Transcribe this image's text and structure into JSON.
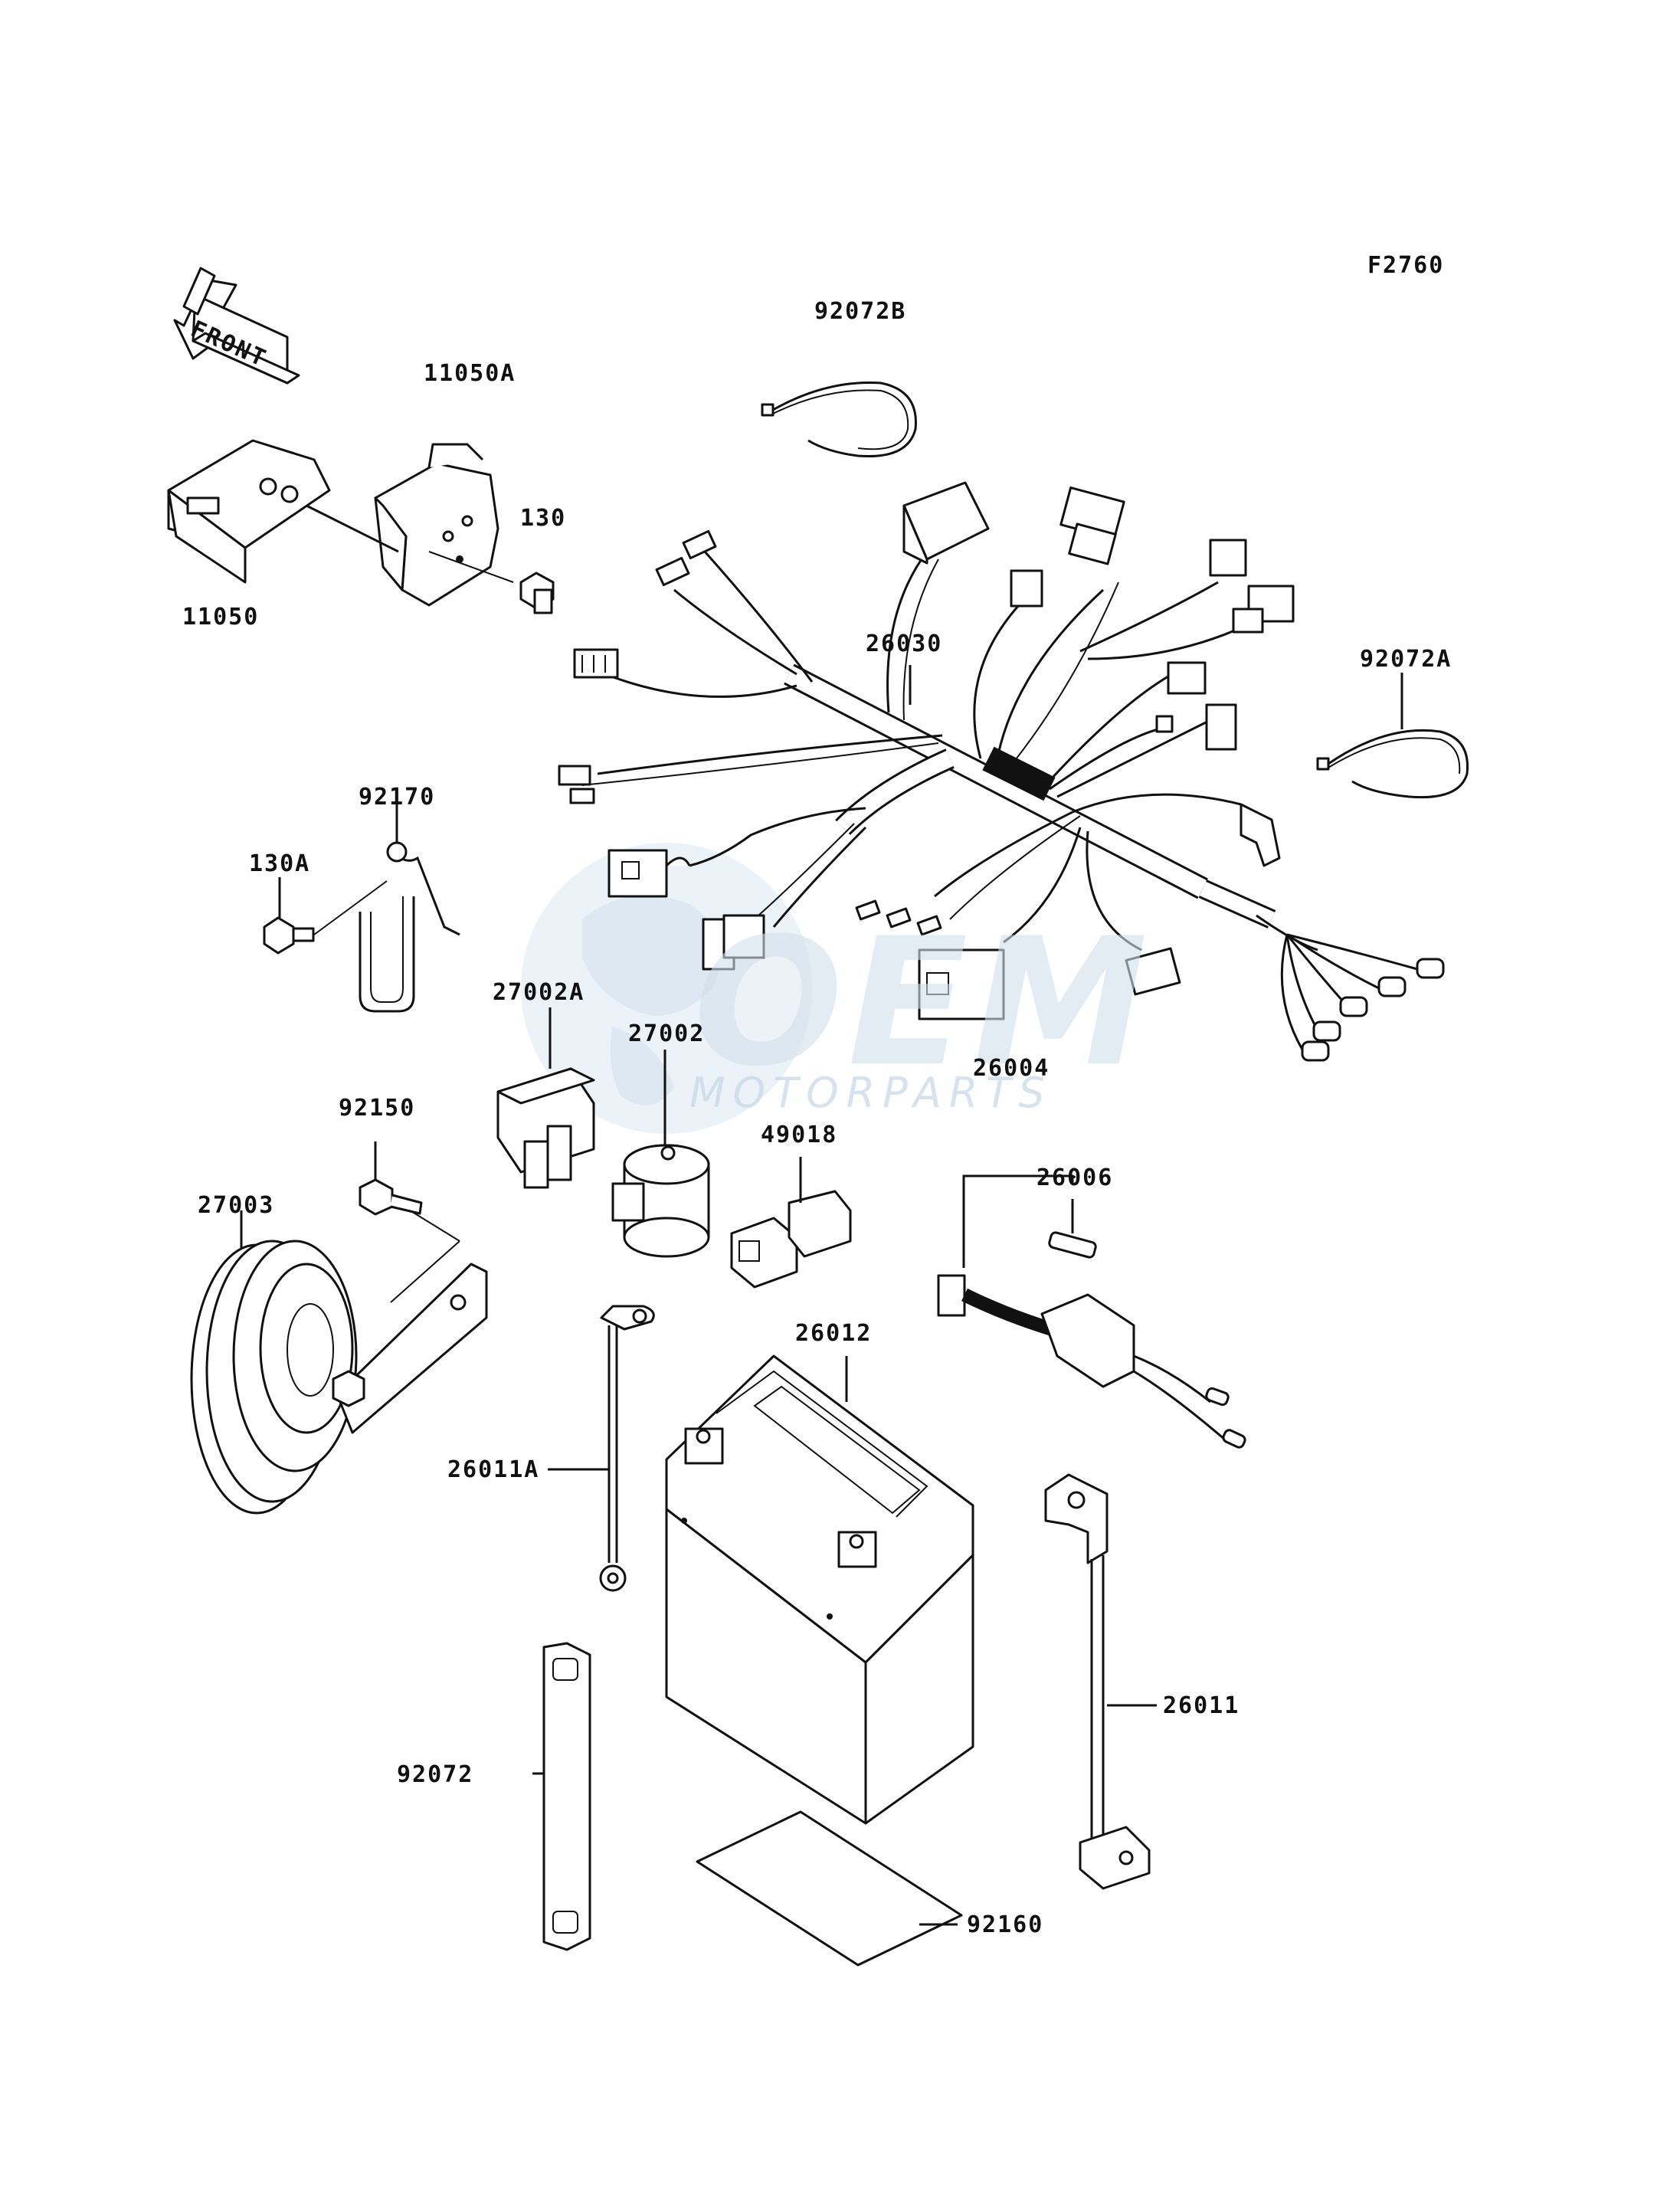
{
  "figure_code": "F2760",
  "front_marker": "FRONT",
  "watermark": {
    "brand": "OEM",
    "tagline": "MOTORPARTS"
  },
  "callouts": [
    {
      "id": "92072B",
      "label": "92072B"
    },
    {
      "id": "11050A",
      "label": "11050A"
    },
    {
      "id": "130",
      "label": "130"
    },
    {
      "id": "11050",
      "label": "11050"
    },
    {
      "id": "26030",
      "label": "26030"
    },
    {
      "id": "92072A",
      "label": "92072A"
    },
    {
      "id": "92170",
      "label": "92170"
    },
    {
      "id": "130A",
      "label": "130A"
    },
    {
      "id": "27002A",
      "label": "27002A"
    },
    {
      "id": "27002",
      "label": "27002"
    },
    {
      "id": "26004",
      "label": "26004"
    },
    {
      "id": "92150",
      "label": "92150"
    },
    {
      "id": "49018",
      "label": "49018"
    },
    {
      "id": "26006",
      "label": "26006"
    },
    {
      "id": "27003",
      "label": "27003"
    },
    {
      "id": "26012",
      "label": "26012"
    },
    {
      "id": "26011A",
      "label": "26011A"
    },
    {
      "id": "26011",
      "label": "26011"
    },
    {
      "id": "92072",
      "label": "92072"
    },
    {
      "id": "92160",
      "label": "92160"
    }
  ]
}
